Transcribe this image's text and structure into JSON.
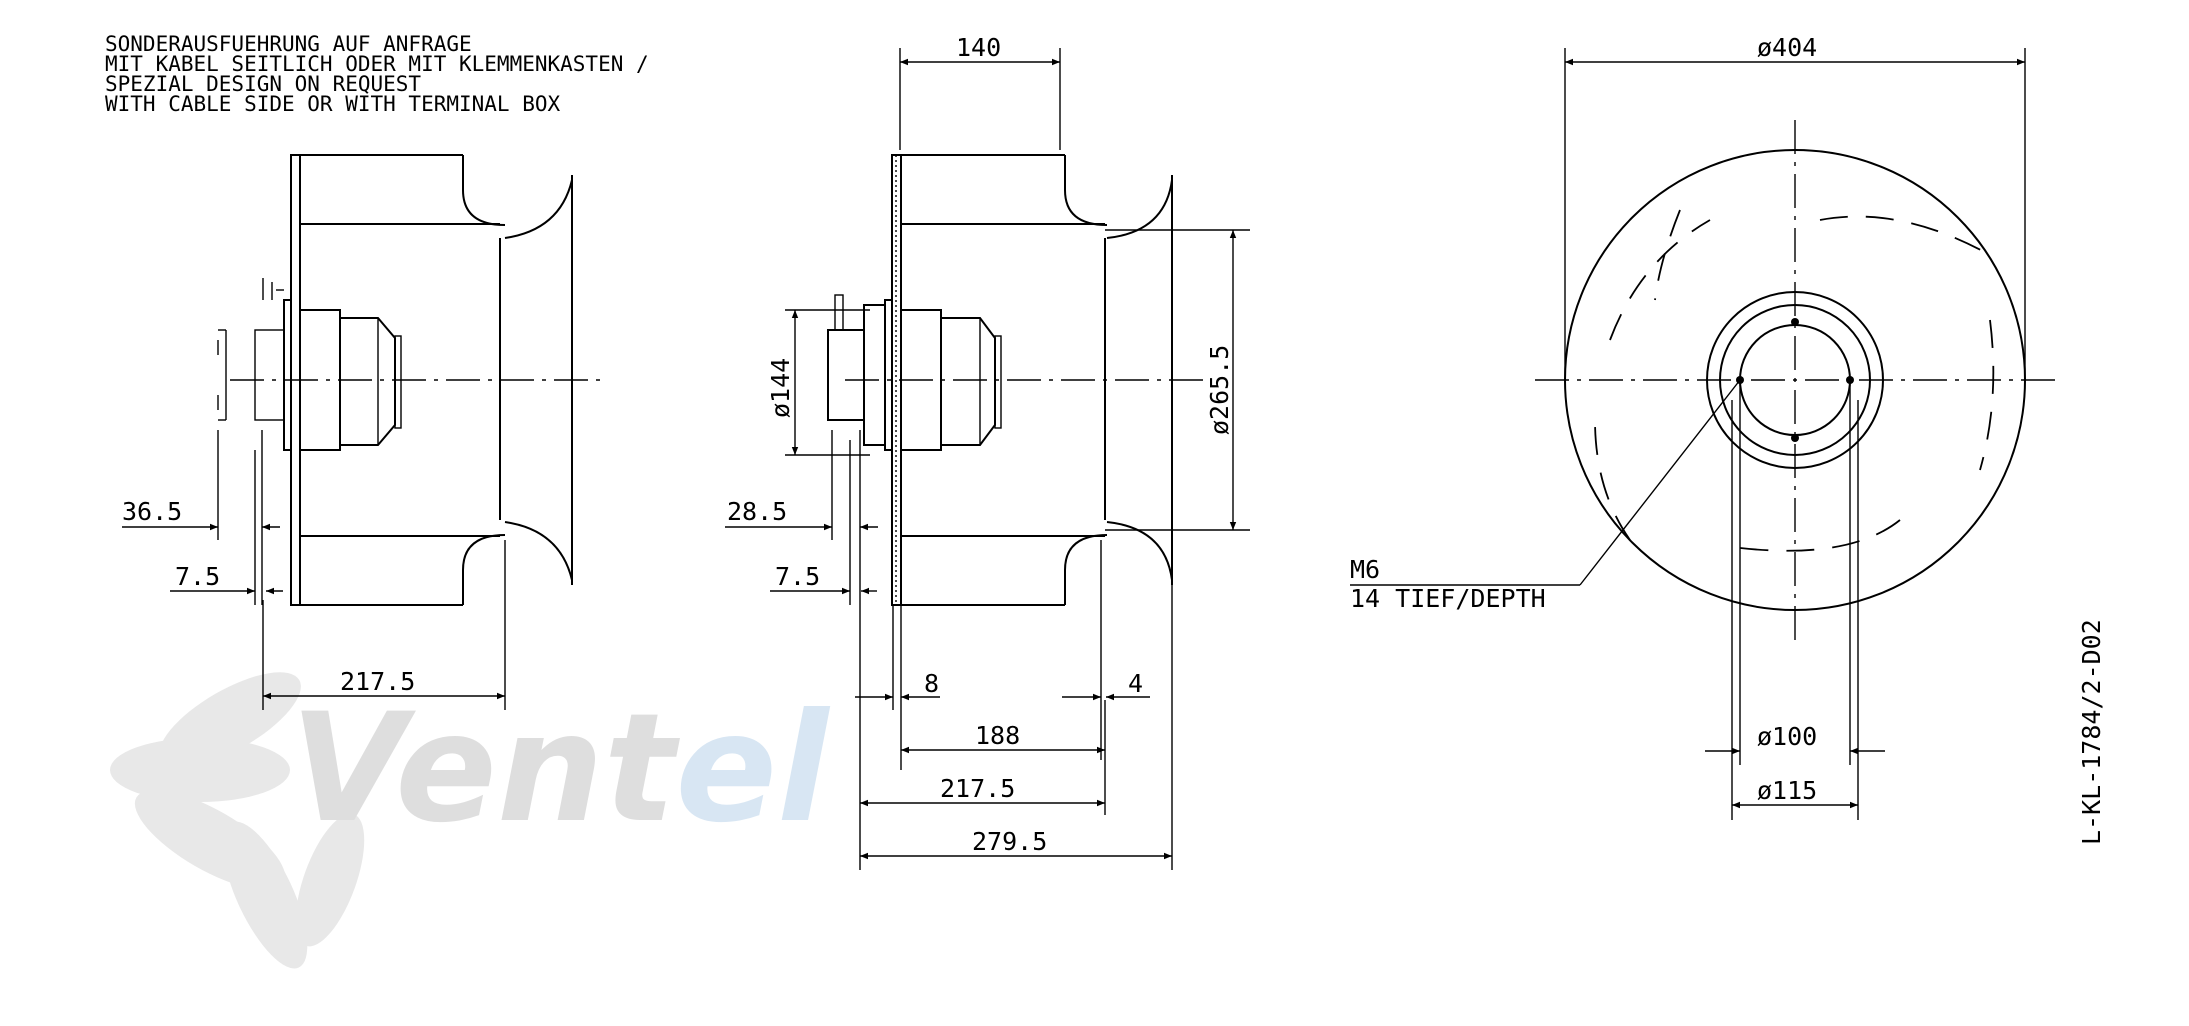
{
  "note_lines": [
    "SONDERAUSFUEHRUNG AUF ANFRAGE",
    "MIT KABEL SEITLICH ODER MIT KLEMMENKASTEN /",
    "SPEZIAL DESIGN ON REQUEST",
    "WITH CABLE SIDE OR WITH TERMINAL BOX"
  ],
  "view1": {
    "dim_36_5": "36.5",
    "dim_7_5": "7.5",
    "dim_217_5": "217.5"
  },
  "view2": {
    "dim_140": "140",
    "dim_d144": "ø144",
    "dim_d265_5": "ø265.5",
    "dim_28_5": "28.5",
    "dim_7_5": "7.5",
    "dim_8": "8",
    "dim_4": "4",
    "dim_188": "188",
    "dim_217_5": "217.5",
    "dim_279_5": "279.5"
  },
  "view3": {
    "dim_d404": "ø404",
    "dim_d100": "ø100",
    "dim_d115": "ø115",
    "thread_label": "M6",
    "depth_label": "14 TIEF/DEPTH"
  },
  "drawing_number": "L-KL-1784/2-D02",
  "watermark": {
    "text_gray": "Vent",
    "text_blue": "el",
    "color_gray": "#c9c9c9",
    "color_blue": "#bcd6ee"
  }
}
